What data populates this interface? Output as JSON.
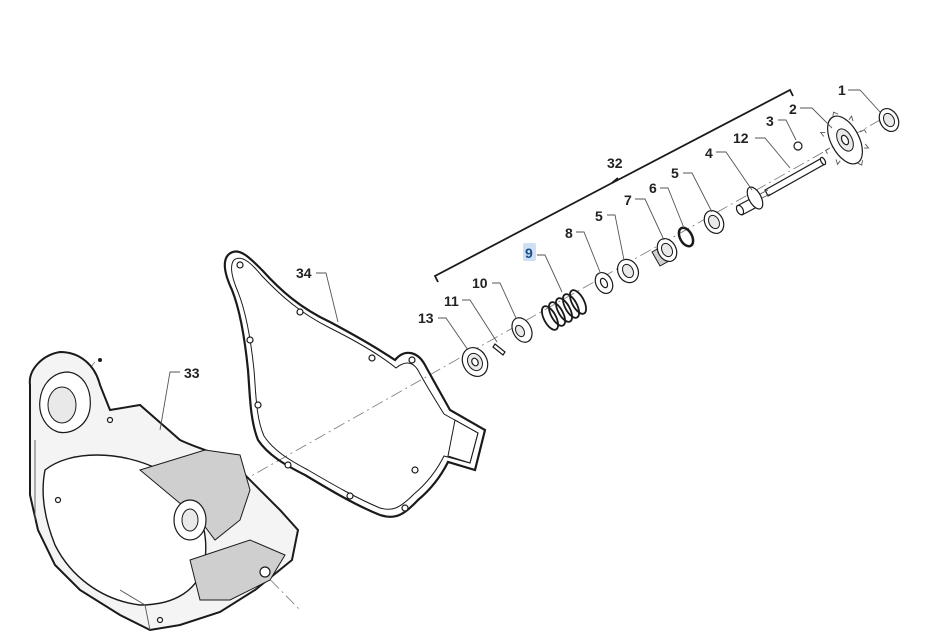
{
  "diagram": {
    "highlight_color": "#cfe0f5",
    "callouts": [
      {
        "id": "1",
        "label": "1"
      },
      {
        "id": "2",
        "label": "2"
      },
      {
        "id": "3",
        "label": "3"
      },
      {
        "id": "12",
        "label": "12"
      },
      {
        "id": "4",
        "label": "4"
      },
      {
        "id": "6",
        "label": "6"
      },
      {
        "id": "5a",
        "label": "5"
      },
      {
        "id": "7",
        "label": "7"
      },
      {
        "id": "5b",
        "label": "5"
      },
      {
        "id": "8",
        "label": "8"
      },
      {
        "id": "9",
        "label": "9",
        "highlighted": true
      },
      {
        "id": "10",
        "label": "10"
      },
      {
        "id": "11",
        "label": "11"
      },
      {
        "id": "13",
        "label": "13"
      },
      {
        "id": "32",
        "label": "32"
      },
      {
        "id": "34",
        "label": "34"
      },
      {
        "id": "33",
        "label": "33"
      }
    ]
  }
}
